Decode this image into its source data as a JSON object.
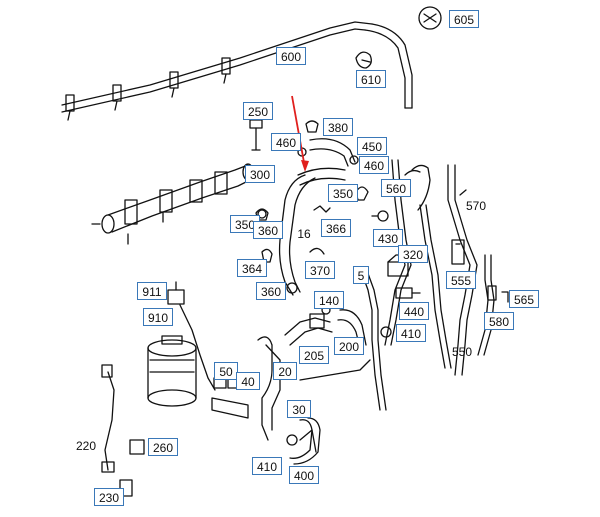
{
  "diagram": {
    "labels": [
      {
        "id": "l605",
        "text": "605",
        "boxed": true
      },
      {
        "id": "l600",
        "text": "600",
        "boxed": true
      },
      {
        "id": "l610",
        "text": "610",
        "boxed": true
      },
      {
        "id": "l250",
        "text": "250",
        "boxed": true
      },
      {
        "id": "l380",
        "text": "380",
        "boxed": true
      },
      {
        "id": "l460a",
        "text": "460",
        "boxed": true
      },
      {
        "id": "l450",
        "text": "450",
        "boxed": true
      },
      {
        "id": "l460b",
        "text": "460",
        "boxed": true
      },
      {
        "id": "l300",
        "text": "300",
        "boxed": true
      },
      {
        "id": "l350a",
        "text": "350",
        "boxed": true
      },
      {
        "id": "l560",
        "text": "560",
        "boxed": true
      },
      {
        "id": "l570",
        "text": "570",
        "boxed": false
      },
      {
        "id": "l350b",
        "text": "350",
        "boxed": true
      },
      {
        "id": "l360a",
        "text": "360",
        "boxed": true
      },
      {
        "id": "l16",
        "text": "16",
        "boxed": false
      },
      {
        "id": "l366",
        "text": "366",
        "boxed": true
      },
      {
        "id": "l430",
        "text": "430",
        "boxed": true
      },
      {
        "id": "l320",
        "text": "320",
        "boxed": true
      },
      {
        "id": "l364",
        "text": "364",
        "boxed": true
      },
      {
        "id": "l370",
        "text": "370",
        "boxed": true
      },
      {
        "id": "l5",
        "text": "5",
        "boxed": true
      },
      {
        "id": "l555",
        "text": "555",
        "boxed": true
      },
      {
        "id": "l911",
        "text": "911",
        "boxed": true
      },
      {
        "id": "l360b",
        "text": "360",
        "boxed": true
      },
      {
        "id": "l140",
        "text": "140",
        "boxed": true
      },
      {
        "id": "l565",
        "text": "565",
        "boxed": true
      },
      {
        "id": "l910",
        "text": "910",
        "boxed": true
      },
      {
        "id": "l440",
        "text": "440",
        "boxed": true
      },
      {
        "id": "l580",
        "text": "580",
        "boxed": true
      },
      {
        "id": "l410a",
        "text": "410",
        "boxed": true
      },
      {
        "id": "l200",
        "text": "200",
        "boxed": true
      },
      {
        "id": "l205",
        "text": "205",
        "boxed": true
      },
      {
        "id": "l550",
        "text": "550",
        "boxed": false
      },
      {
        "id": "l50",
        "text": "50",
        "boxed": true
      },
      {
        "id": "l20",
        "text": "20",
        "boxed": true
      },
      {
        "id": "l40",
        "text": "40",
        "boxed": true
      },
      {
        "id": "l30",
        "text": "30",
        "boxed": true
      },
      {
        "id": "l220",
        "text": "220",
        "boxed": false
      },
      {
        "id": "l260",
        "text": "260",
        "boxed": true
      },
      {
        "id": "l410b",
        "text": "410",
        "boxed": true
      },
      {
        "id": "l400",
        "text": "400",
        "boxed": true
      },
      {
        "id": "l230",
        "text": "230",
        "boxed": true
      }
    ],
    "colors": {
      "label_border": "#3a78b8",
      "line": "#111111",
      "pointer_arrow": "#e0201e"
    }
  }
}
